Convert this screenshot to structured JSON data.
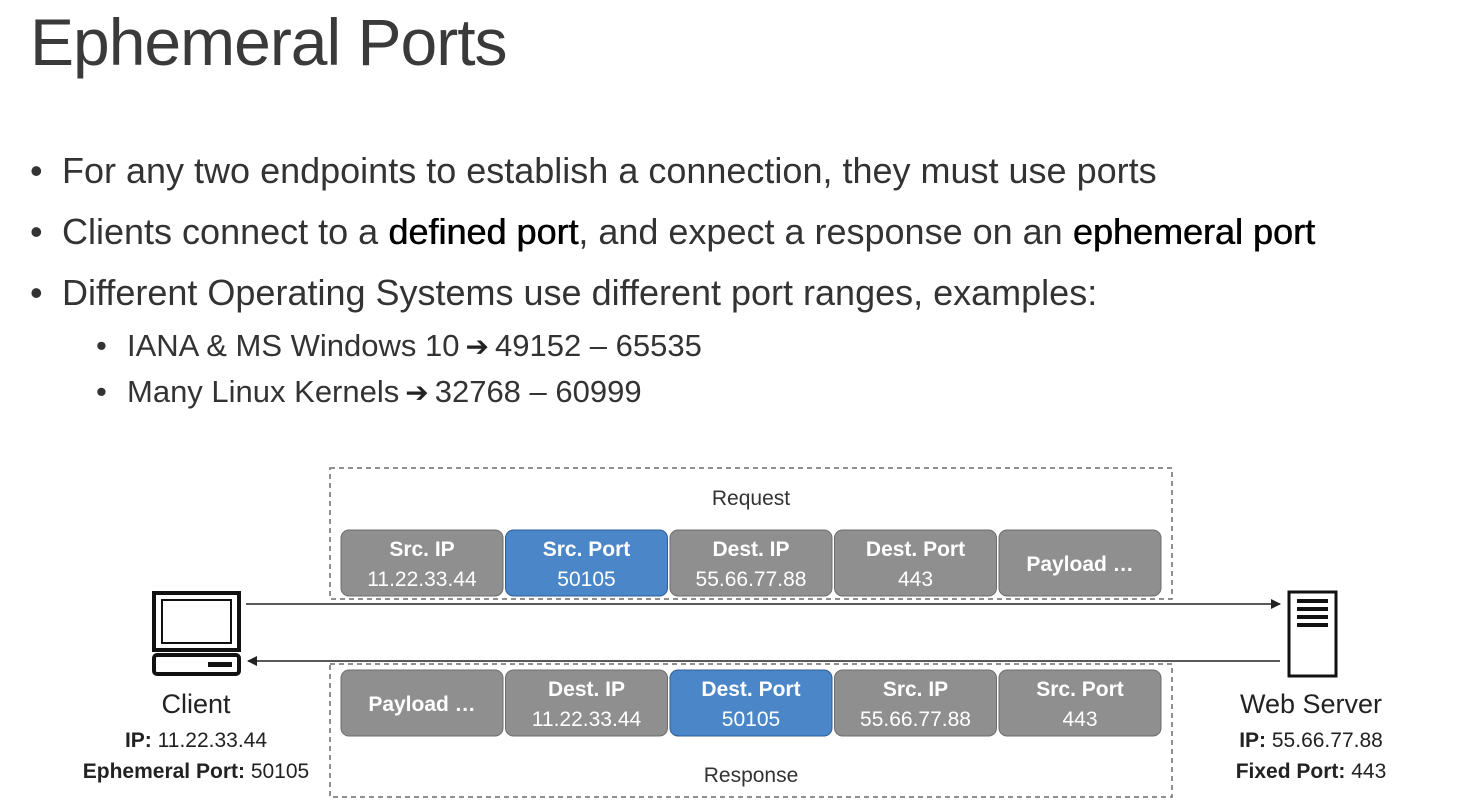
{
  "title": "Ephemeral Ports",
  "bullets": [
    {
      "text": "For any two endpoints to establish a connection, they must use ports"
    },
    {
      "pre": "Clients connect to a ",
      "bold1": "defined port",
      "mid": ", and expect a response on an ",
      "bold2": "ephemeral port"
    },
    {
      "text": "Different Operating Systems use different port ranges, examples:"
    }
  ],
  "sub_bullets": [
    {
      "label": "IANA & MS Windows 10",
      "arrow": "➔",
      "range": "49152 – 65535"
    },
    {
      "label": "Many Linux Kernels",
      "arrow": "➔",
      "range": "32768 – 60999"
    }
  ],
  "diagram": {
    "request": {
      "label": "Request",
      "cells": [
        {
          "title": "Src. IP",
          "value": "11.22.33.44",
          "highlight": false
        },
        {
          "title": "Src. Port",
          "value": "50105",
          "highlight": true
        },
        {
          "title": "Dest. IP",
          "value": "55.66.77.88",
          "highlight": false
        },
        {
          "title": "Dest. Port",
          "value": "443",
          "highlight": false
        },
        {
          "title": "Payload …",
          "value": "",
          "highlight": false
        }
      ]
    },
    "response": {
      "label": "Response",
      "cells": [
        {
          "title": "Payload …",
          "value": "",
          "highlight": false
        },
        {
          "title": "Dest. IP",
          "value": "11.22.33.44",
          "highlight": false
        },
        {
          "title": "Dest. Port",
          "value": "50105",
          "highlight": true
        },
        {
          "title": "Src. IP",
          "value": "55.66.77.88",
          "highlight": false
        },
        {
          "title": "Src. Port",
          "value": "443",
          "highlight": false
        }
      ]
    },
    "client": {
      "name": "Client",
      "ip_label": "IP:",
      "ip": "11.22.33.44",
      "port_label": "Ephemeral Port:",
      "port": "50105",
      "icon": "computer-icon"
    },
    "server": {
      "name": "Web Server",
      "ip_label": "IP:",
      "ip": "55.66.77.88",
      "port_label": "Fixed Port:",
      "port": "443",
      "icon": "server-icon"
    },
    "colors": {
      "cell_gray": "#8f8f8f",
      "cell_blue": "#4a86c8",
      "dashed_border": "#6b6b6b"
    }
  }
}
